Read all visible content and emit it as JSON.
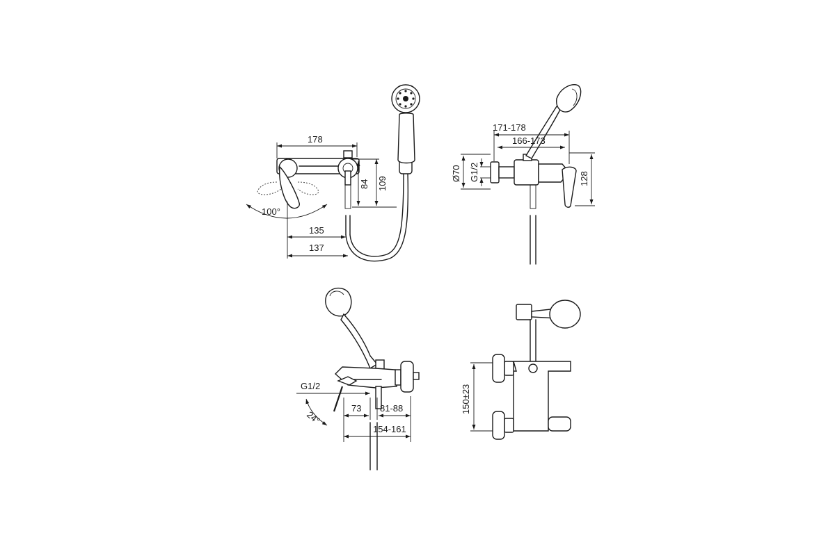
{
  "views": {
    "top": {
      "dims": {
        "width_total": "178",
        "height_84": "84",
        "height_109": "109",
        "depth_135": "135",
        "depth_137": "137",
        "angle": "100°"
      }
    },
    "side": {
      "dims": {
        "range_outer": "171-178",
        "range_inner": "166-173",
        "diameter": "Ø70",
        "thread": "G1/2",
        "height": "128"
      }
    },
    "front_left": {
      "dims": {
        "thread": "G1/2",
        "angle": "24°",
        "d73": "73",
        "range_81_88": "81-88",
        "range_154_161": "154-161"
      }
    },
    "front_right": {
      "dims": {
        "spacing": "150±23"
      }
    }
  },
  "colors": {
    "line": "#1a1a1a",
    "background": "#ffffff"
  }
}
